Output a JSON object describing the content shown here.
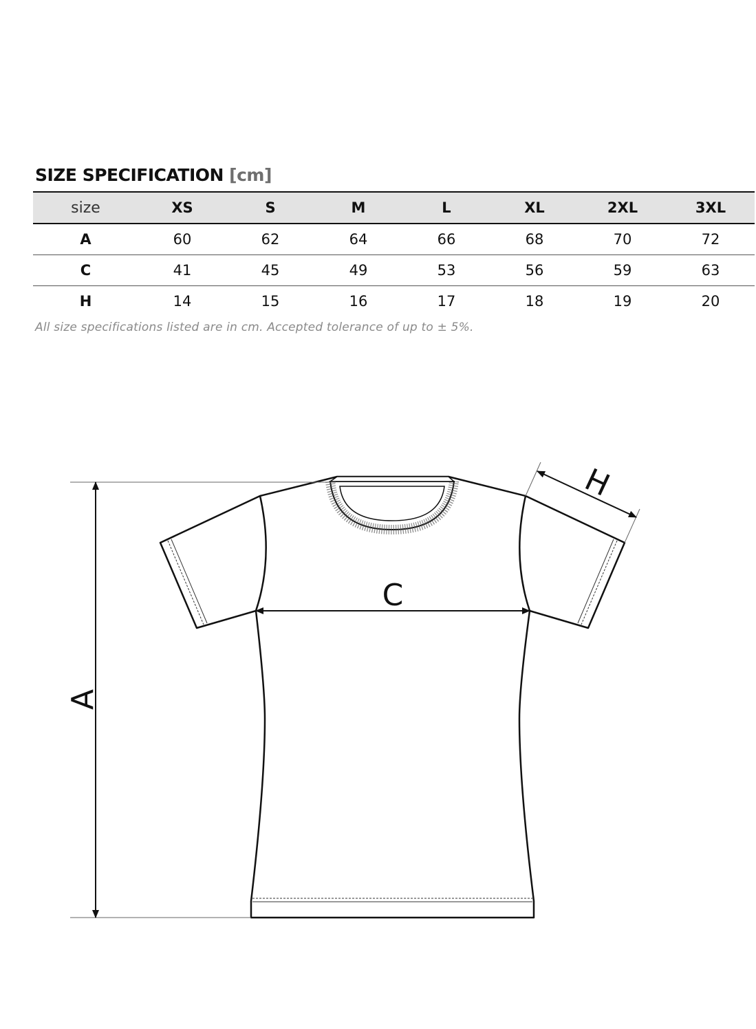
{
  "title": {
    "main": "SIZE SPECIFICATION",
    "unit": "[cm]"
  },
  "table": {
    "header_label": "size",
    "sizes": [
      "XS",
      "S",
      "M",
      "L",
      "XL",
      "2XL",
      "3XL"
    ],
    "rows": [
      {
        "label": "A",
        "values": [
          "60",
          "62",
          "64",
          "66",
          "68",
          "70",
          "72"
        ]
      },
      {
        "label": "C",
        "values": [
          "41",
          "45",
          "49",
          "53",
          "56",
          "59",
          "63"
        ]
      },
      {
        "label": "H",
        "values": [
          "14",
          "15",
          "16",
          "17",
          "18",
          "19",
          "20"
        ]
      }
    ]
  },
  "note": "All size specifications listed are in cm. Accepted tolerance of up to ± 5%.",
  "diagram": {
    "label_a": "A",
    "label_c": "C",
    "label_h": "H"
  }
}
